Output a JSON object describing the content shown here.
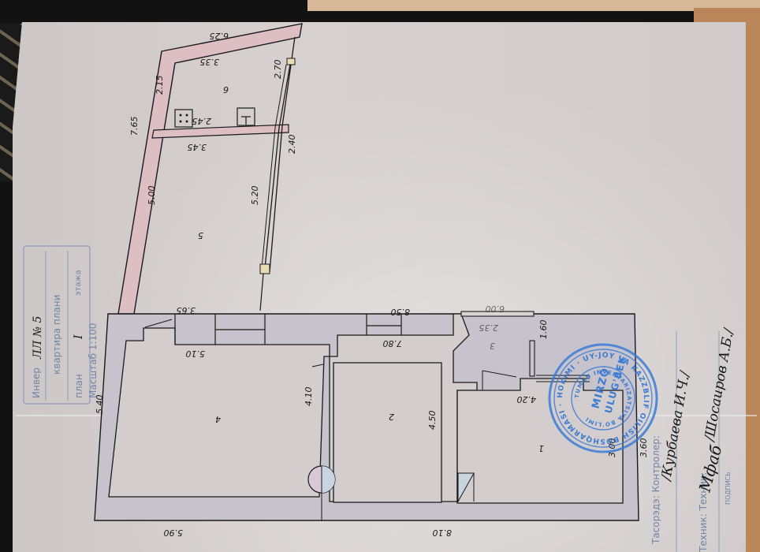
{
  "document": {
    "type": "floor-plan",
    "orientation": "rotated 90deg clockwise (text reads bottom-to-top)",
    "colors": {
      "paper": "#d3cecd",
      "wall_fill_pink": "#ddbfc3",
      "wall_fill_gray": "#c6c3cc",
      "ink": "#1a1a1a",
      "stamp_blue": "#3b7bd3",
      "title_block_ink": "#6f84a6"
    }
  },
  "title_block": {
    "inventory_label": "Инвер",
    "inventory_value": "ЛЛ № 5",
    "line2": "квартира плани",
    "plan_label": "план",
    "floor_value": "I",
    "floor_label": "этажа",
    "scale": "Масштаб 1:100"
  },
  "rooms": [
    {
      "id": "1",
      "label": "1"
    },
    {
      "id": "2",
      "label": "2"
    },
    {
      "id": "3",
      "label": "3"
    },
    {
      "id": "4",
      "label": "4"
    },
    {
      "id": "5",
      "label": "5"
    },
    {
      "id": "6",
      "label": "6"
    }
  ],
  "dimensions": {
    "top_outer": "6.25",
    "room6_inner_top": "3.35",
    "room6_side": "2.15",
    "room6_right": "2.70",
    "partition_top": "2.45",
    "partition_bottom": "3.45",
    "outer_left_top": "7.65",
    "room5_left": "5.00",
    "room5_right": "5.20",
    "room5_right_outer": "2.40",
    "room5_bottom": "3.65",
    "corridor_top": "8.50",
    "corridor_inner": "7.80",
    "porch_top": "6.00",
    "porch_inner": "2.35",
    "room4_top": "5.10",
    "room4_height": "4.10",
    "outer_left": "5.40",
    "room2_height": "4.50",
    "step": "1.60",
    "room1_top": "4.20",
    "room1_right": "3.00",
    "outer_right": "3.60",
    "bottom_left": "5.90",
    "bottom_right": "8.10"
  },
  "stamp": {
    "outer_ring": "HOKIMI · UY-JOY VA KAZZBLIF OILISH BOSHQARMASI · YAKKA TARTIBDAGI",
    "inner_ring": "TUMAN INVENTARIZATSIYA BO'LIMI",
    "center_line1": "MIRZO",
    "center_line2": "ULUG'BEK"
  },
  "signatures": {
    "controller_label": "Тасорэдэ: Контролер:",
    "controller_name": "/Курбаева И.Ч./",
    "technician_label": "Техник: Техник:",
    "technician_name": "/Шосаиров А.Б./",
    "technician_scribble": "Мфаб",
    "stamp_small": "ПОДПИСЬ"
  }
}
